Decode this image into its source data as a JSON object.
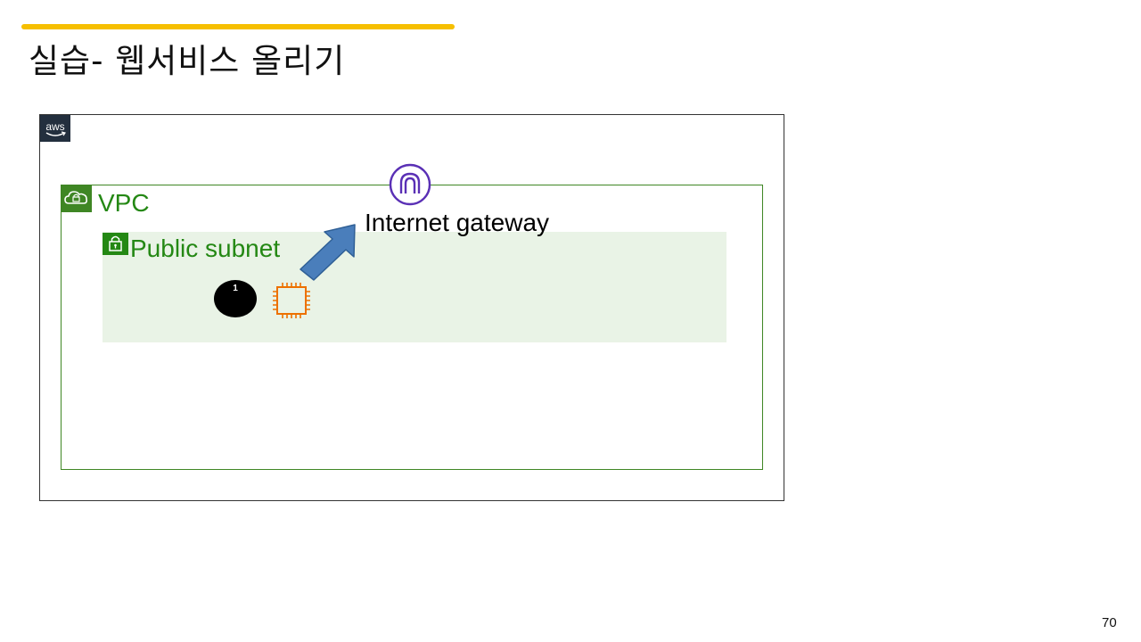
{
  "slide": {
    "title": "실습- 웹서비스 올리기",
    "page_number": "70",
    "accent_color": "#f6bf00"
  },
  "diagram": {
    "aws_cloud": {
      "logo_icon": "aws-logo-icon",
      "logo_text": "aws"
    },
    "vpc": {
      "label": "VPC",
      "icon": "vpc-cloud-lock-icon",
      "color": "#248814"
    },
    "public_subnet": {
      "label": "Public subnet",
      "icon": "subnet-lock-icon",
      "fill": "#e9f3e6"
    },
    "internet_gateway": {
      "label": "Internet gateway",
      "icon": "internet-gateway-icon",
      "color": "#5a30b5"
    },
    "step": {
      "number": "1",
      "icon": "step-badge-icon"
    },
    "instance": {
      "icon": "ec2-instance-icon",
      "color": "#ed7100"
    },
    "arrow": {
      "icon": "arrow-up-right-icon",
      "color": "#4a7ebb"
    }
  }
}
